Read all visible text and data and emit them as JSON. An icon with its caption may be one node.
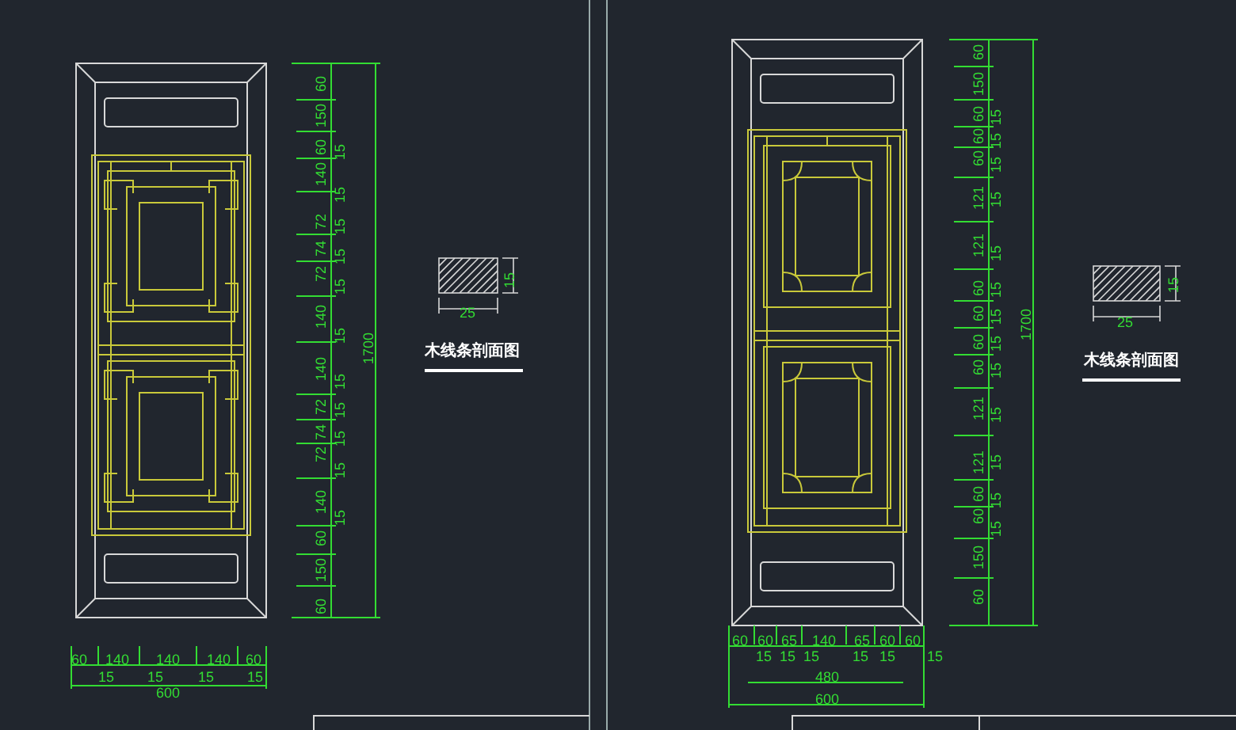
{
  "diagram": {
    "labels": [
      "60",
      "150",
      "60",
      "15",
      "140",
      "15",
      "72",
      "15",
      "74",
      "15",
      "72",
      "15",
      "140",
      "15",
      "1700",
      "140",
      "15",
      "72",
      "15",
      "74",
      "15",
      "72",
      "15",
      "140",
      "15",
      "60",
      "150",
      "60",
      "60",
      "150",
      "60",
      "15",
      "60",
      "15",
      "60",
      "15",
      "121",
      "15",
      "121",
      "15",
      "60",
      "15",
      "60",
      "15",
      "1700",
      "60",
      "15",
      "60",
      "15",
      "121",
      "15",
      "121",
      "15",
      "60",
      "15",
      "60",
      "15",
      "150",
      "60",
      "60",
      "140",
      "140",
      "140",
      "60",
      "15",
      "15",
      "15",
      "15",
      "600",
      "60",
      "60",
      "65",
      "140",
      "65",
      "60",
      "60",
      "15",
      "15",
      "15",
      "15",
      "15",
      "15",
      "480",
      "600",
      "15",
      "25",
      "木线条剖面图",
      "15",
      "25",
      "木线条剖面图"
    ]
  }
}
